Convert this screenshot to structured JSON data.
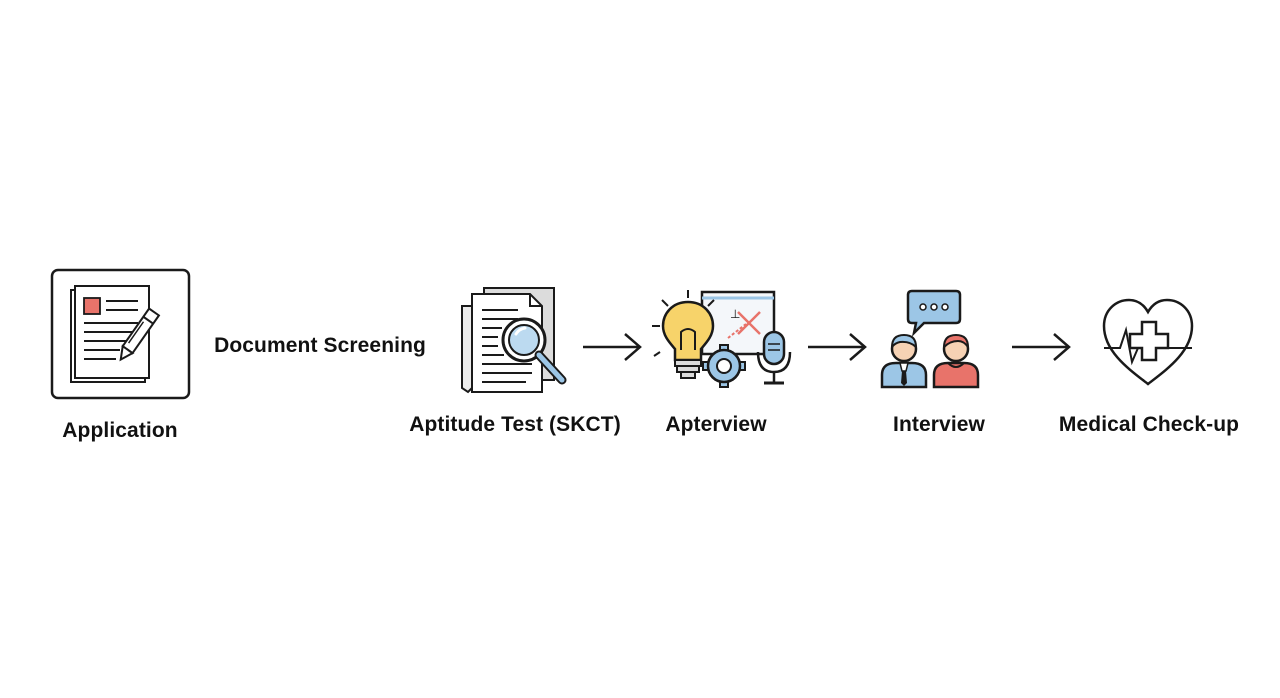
{
  "steps": [
    {
      "label": "Application",
      "icon": "application-form-pen-icon"
    },
    {
      "label": "Document Screening"
    },
    {
      "label": "Aptitude Test (SKCT)",
      "icon": "documents-magnifier-icon"
    },
    {
      "label": "Apterview",
      "icon": "lightbulb-gear-microphone-icon"
    },
    {
      "label": "Interview",
      "icon": "two-people-speech-bubble-icon"
    },
    {
      "label": "Medical Check-up",
      "icon": "heart-medical-cross-icon"
    }
  ],
  "colors": {
    "stroke": "#1a1a1a",
    "red_accent": "#e8736a",
    "blue_accent": "#9cc6e6",
    "yellow_accent": "#f7d36a",
    "skin": "#f6d2b4",
    "paper_gray": "#dcdcdc"
  }
}
